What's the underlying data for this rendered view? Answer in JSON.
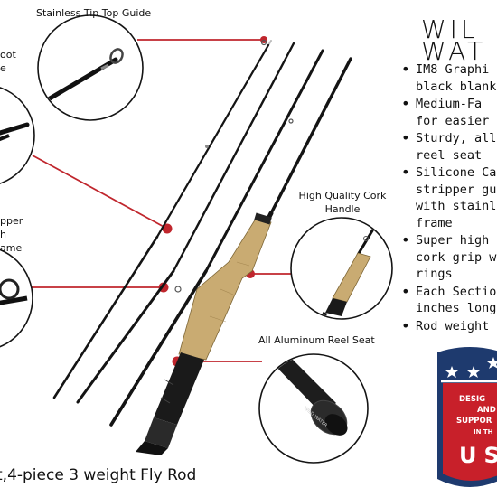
{
  "callouts": {
    "tip_top": "Stainless Tip Top Guide",
    "ferrule_line1": "oot",
    "ferrule_line2": "e",
    "stripper_line1": "pper",
    "stripper_line2": "h",
    "stripper_line3": "ame",
    "cork_line1": "High Quality Cork",
    "cork_line2": "Handle",
    "reel_seat": "All Aluminum Reel Seat"
  },
  "brand": {
    "line1": "WIL",
    "line2": "WAT"
  },
  "features": [
    {
      "line1": "IM8 Graphi",
      "line2": "black blank"
    },
    {
      "line1": "Medium-Fa",
      "line2": "for easier c"
    },
    {
      "line1": "Sturdy, all-",
      "line2": "reel seat"
    },
    {
      "line1": "Silicone Ca",
      "line2": "stripper gu",
      "line3": "with stainle",
      "line4": "frame"
    },
    {
      "line1": "Super high",
      "line2": "cork grip w",
      "line3": "rings"
    },
    {
      "line1": "Each Sectio",
      "line2": "inches long"
    },
    {
      "line1": "Rod weight"
    }
  ],
  "badge": {
    "line1": "DESIG",
    "line2": "AND",
    "line3": "SUPPOR",
    "line4": "IN TH",
    "line5": "US"
  },
  "reel_seat_logo": "WILD WATER",
  "product_title": "t,4-piece 3 weight Fly Rod",
  "colors": {
    "accent_red": "#c0262d",
    "rod_black": "#141414",
    "cork": "#c9ab72",
    "badge_blue": "#1e3a6e",
    "badge_red": "#c8202a"
  }
}
